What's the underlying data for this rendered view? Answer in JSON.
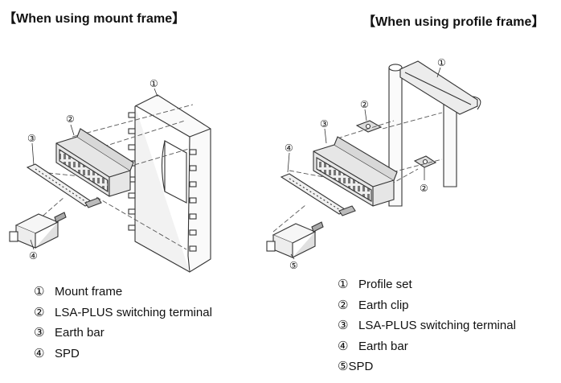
{
  "titles": {
    "left": "【When using mount frame】",
    "right": "【When using profile frame】"
  },
  "callouts": {
    "left": [
      "①",
      "②",
      "③",
      "④"
    ],
    "right": [
      "①",
      "②",
      "③",
      "④",
      "②",
      "⑤"
    ]
  },
  "legend_left": [
    {
      "num": "①",
      "text": "Mount frame"
    },
    {
      "num": "②",
      "text": "LSA-PLUS switching terminal"
    },
    {
      "num": "③",
      "text": "Earth bar"
    },
    {
      "num": "④",
      "text": "SPD"
    }
  ],
  "legend_right": [
    {
      "num": "①",
      "text": "Profile set"
    },
    {
      "num": "②",
      "text": "Earth clip"
    },
    {
      "num": "③",
      "text": "LSA-PLUS switching terminal"
    },
    {
      "num": "④",
      "text": "Earth bar"
    },
    {
      "num": "⑤",
      "text": "SPD"
    }
  ],
  "colors": {
    "line": "#333333",
    "dash": "#555555",
    "fill_light": "#f4f4f4",
    "fill_mid": "#cfcfcf",
    "fill_dark": "#6a6a6a"
  }
}
